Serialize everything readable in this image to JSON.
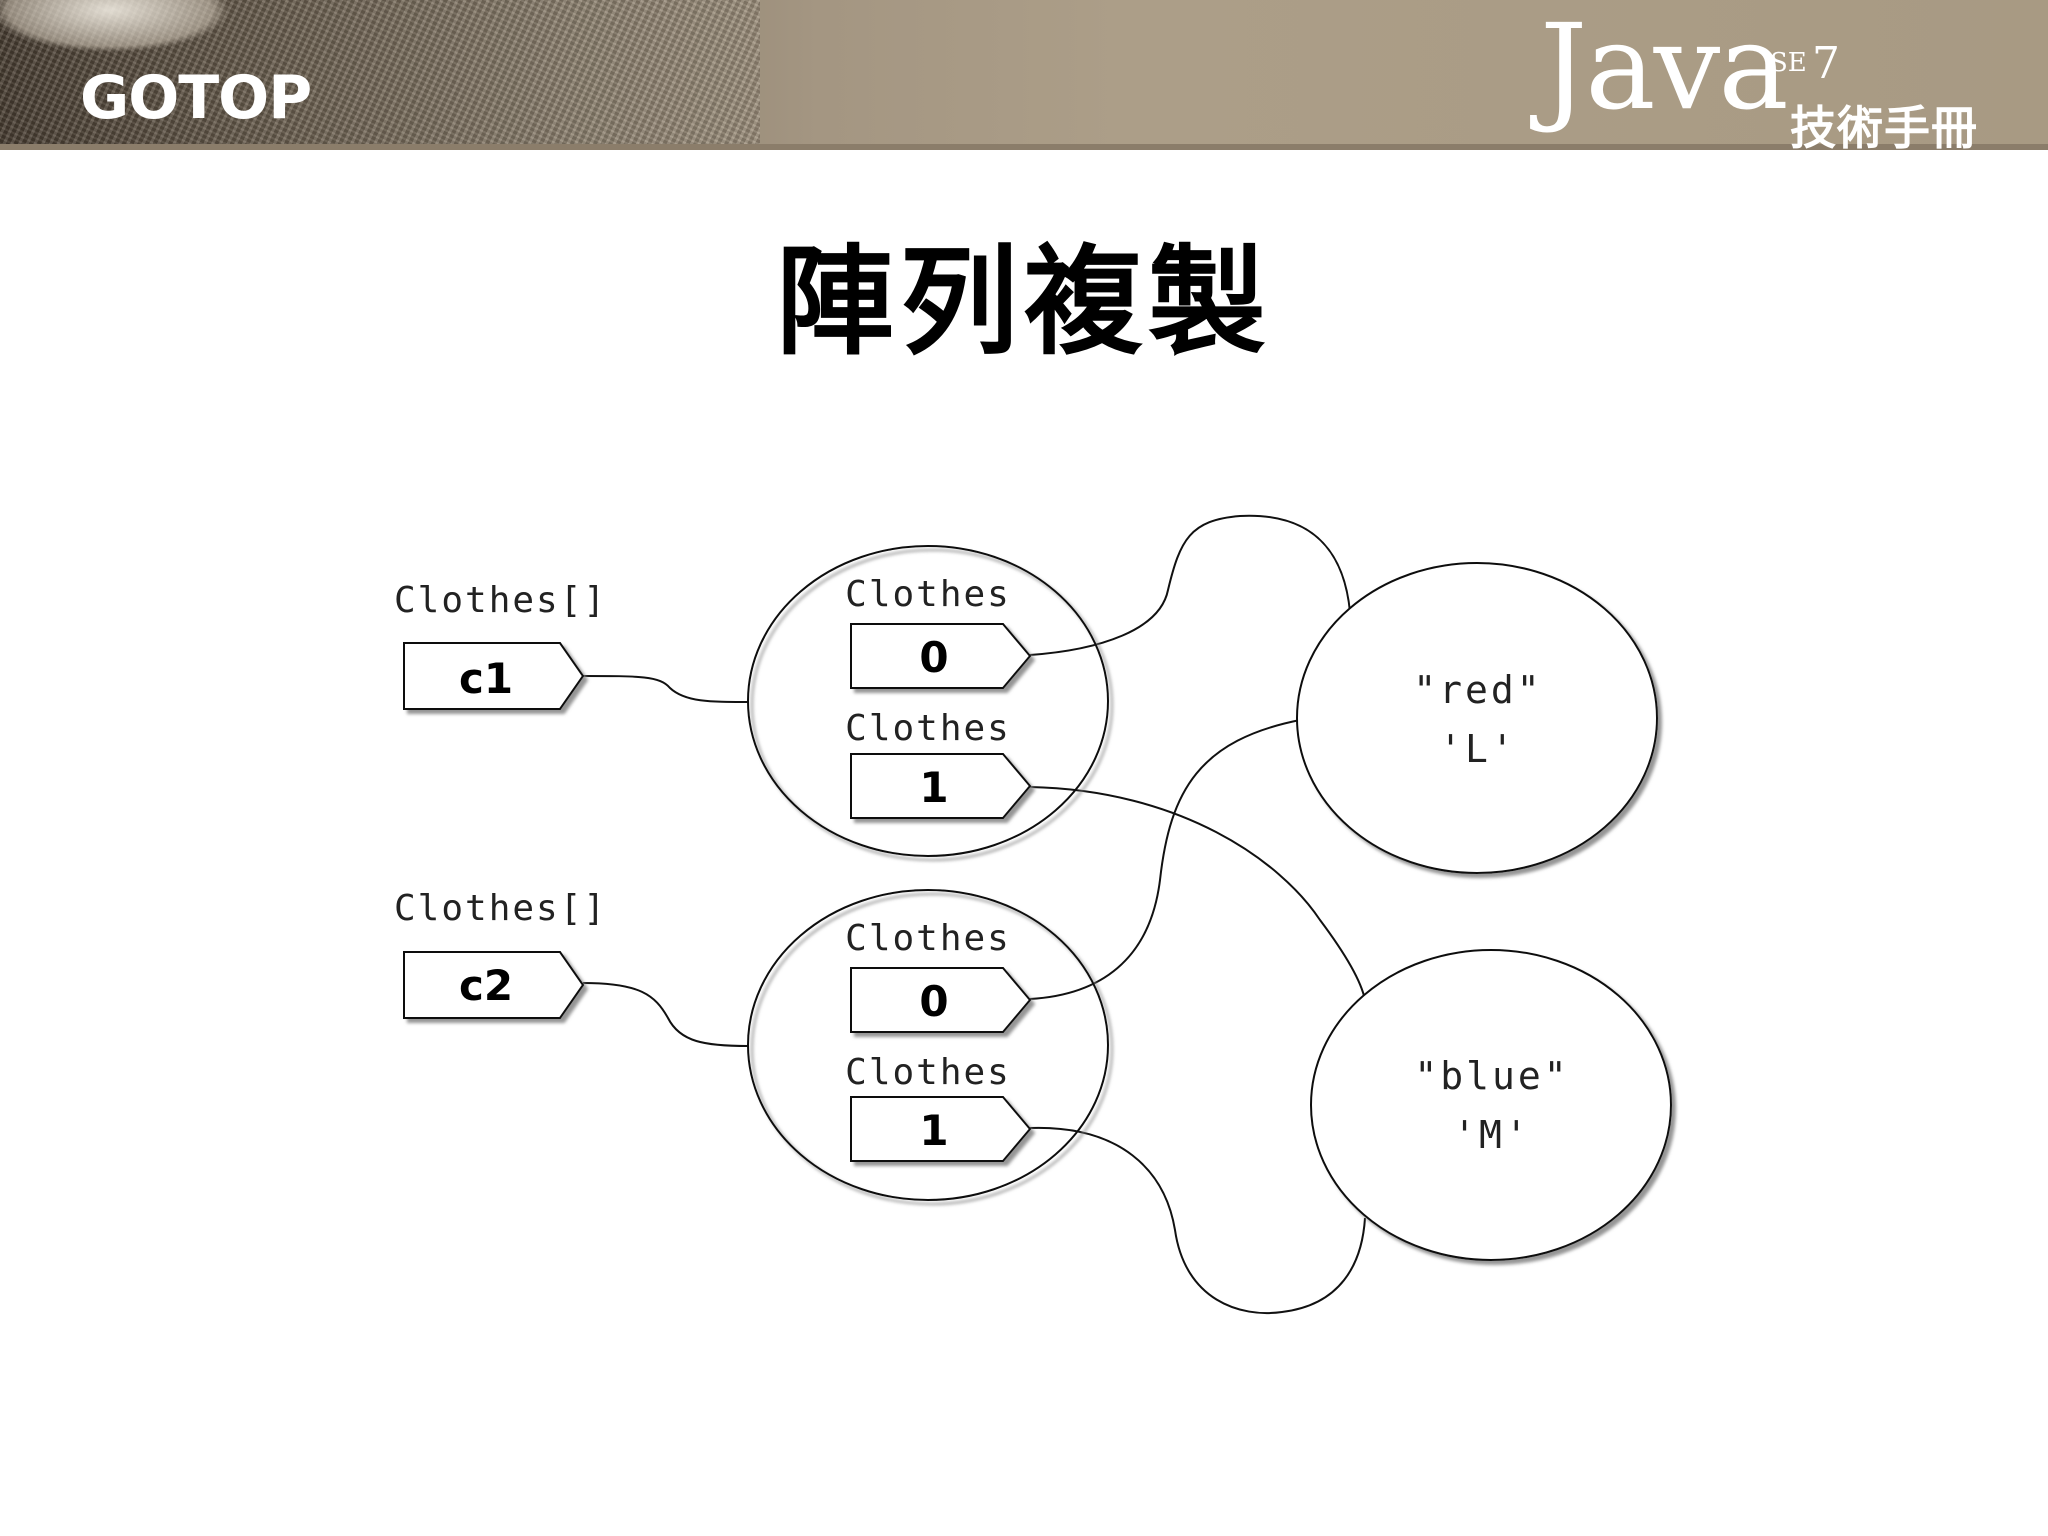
{
  "header": {
    "publisher_logo": "GOTOP",
    "book_logo": "Java",
    "book_edition_prefix": "SE",
    "book_edition_number": "7",
    "book_subtitle": "技術手冊"
  },
  "title": "陣列複製",
  "diagram": {
    "variables": [
      {
        "type_label": "Clothes[]",
        "name": "c1"
      },
      {
        "type_label": "Clothes[]",
        "name": "c2"
      }
    ],
    "arrays": [
      {
        "slots": [
          {
            "type_label": "Clothes",
            "index": "0"
          },
          {
            "type_label": "Clothes",
            "index": "1"
          }
        ]
      },
      {
        "slots": [
          {
            "type_label": "Clothes",
            "index": "0"
          },
          {
            "type_label": "Clothes",
            "index": "1"
          }
        ]
      }
    ],
    "objects": [
      {
        "line1": "\"red\"",
        "line2": "'L'"
      },
      {
        "line1": "\"blue\"",
        "line2": "'M'"
      }
    ]
  }
}
